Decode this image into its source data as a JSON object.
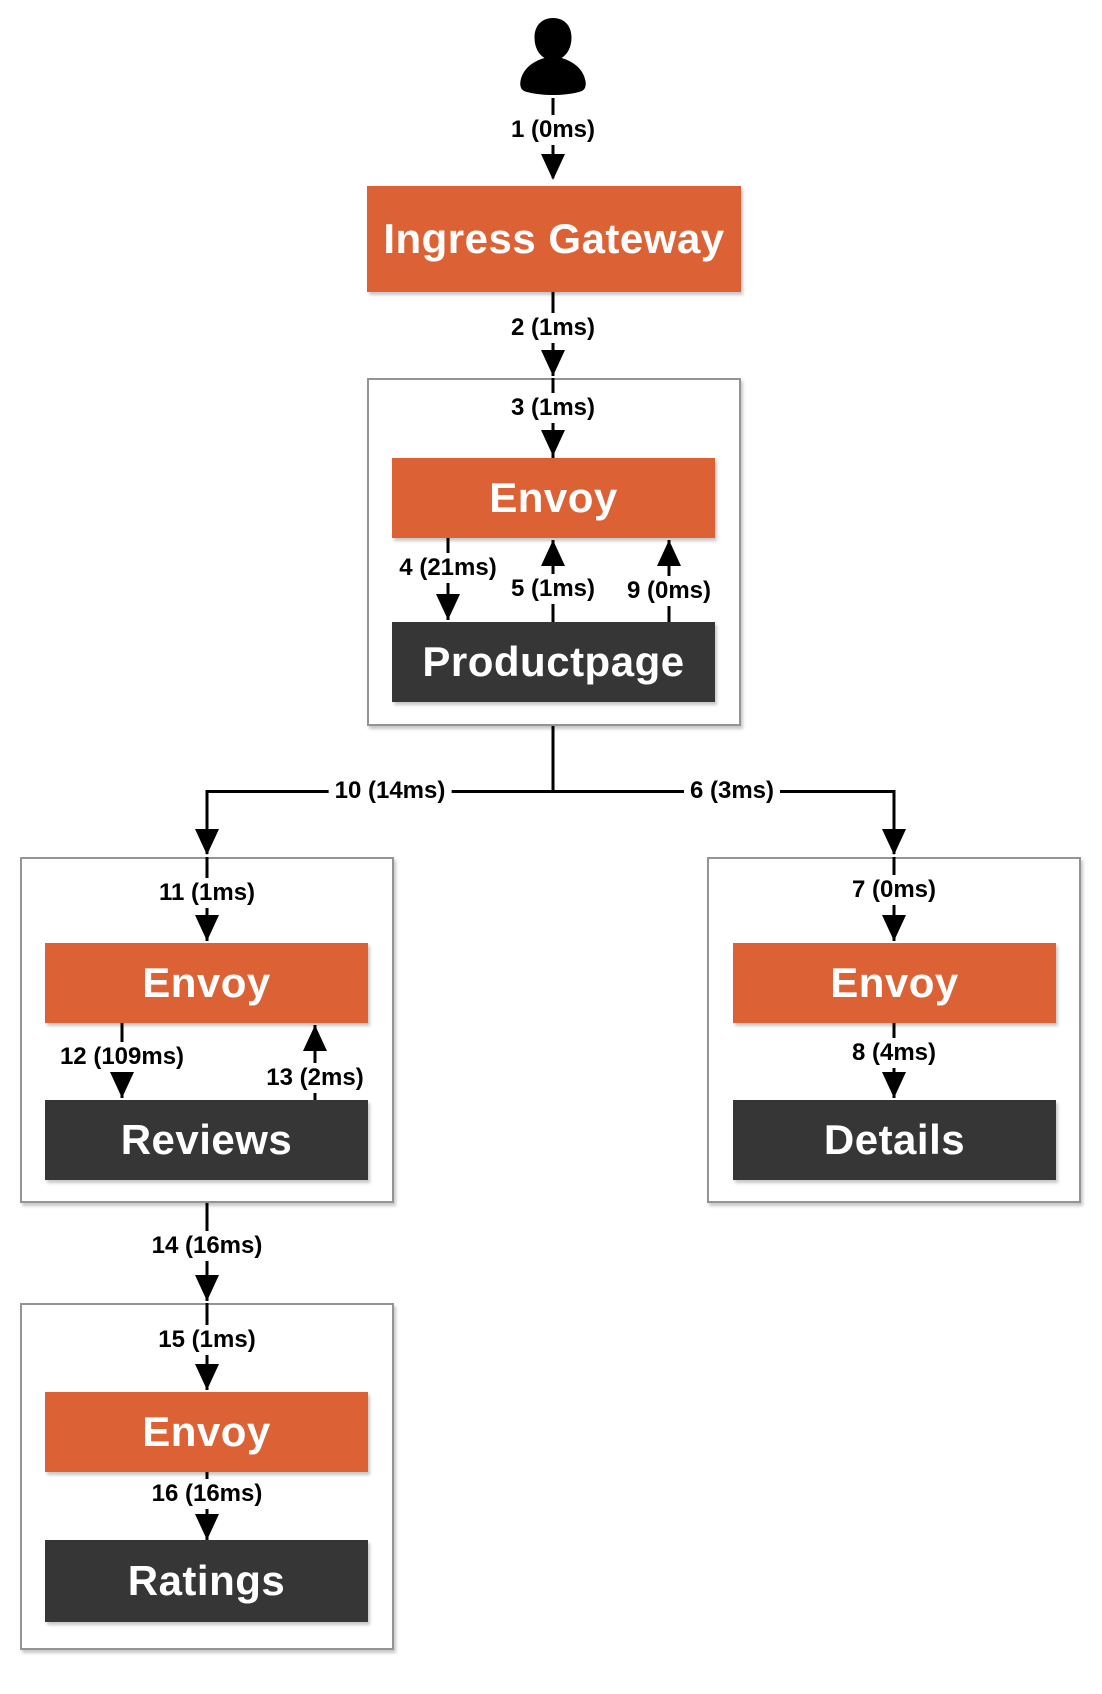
{
  "diagram": {
    "type": "service-mesh-request-trace"
  },
  "colors": {
    "orange": "#dc6235",
    "dark": "#363636",
    "line": "#000000",
    "group-border": "#949494",
    "box-text": "#ffffff",
    "label-text": "#000000",
    "canvas-bg": "#ffffff"
  },
  "nodes": {
    "user": {
      "icon": "person-silhouette"
    },
    "ingress_gateway": {
      "label": "Ingress Gateway"
    },
    "productpage": {
      "envoy": "Envoy",
      "service": "Productpage"
    },
    "reviews": {
      "envoy": "Envoy",
      "service": "Reviews"
    },
    "details": {
      "envoy": "Envoy",
      "service": "Details"
    },
    "ratings": {
      "envoy": "Envoy",
      "service": "Ratings"
    }
  },
  "edges": [
    {
      "id": 1,
      "label": "1 (0ms)",
      "from": "user",
      "to": "ingress-gateway"
    },
    {
      "id": 2,
      "label": "2 (1ms)",
      "from": "ingress-gateway",
      "to": "productpage-pod"
    },
    {
      "id": 3,
      "label": "3 (1ms)",
      "from": "productpage-pod",
      "to": "productpage-envoy"
    },
    {
      "id": 4,
      "label": "4 (21ms)",
      "from": "productpage-envoy",
      "to": "productpage"
    },
    {
      "id": 5,
      "label": "5 (1ms)",
      "from": "productpage",
      "to": "productpage-envoy"
    },
    {
      "id": 6,
      "label": "6 (3ms)",
      "from": "productpage-pod",
      "to": "details-pod"
    },
    {
      "id": 7,
      "label": "7 (0ms)",
      "from": "details-pod",
      "to": "details-envoy"
    },
    {
      "id": 8,
      "label": "8 (4ms)",
      "from": "details-envoy",
      "to": "details"
    },
    {
      "id": 9,
      "label": "9 (0ms)",
      "from": "productpage",
      "to": "productpage-envoy"
    },
    {
      "id": 10,
      "label": "10 (14ms)",
      "from": "productpage-pod",
      "to": "reviews-pod"
    },
    {
      "id": 11,
      "label": "11 (1ms)",
      "from": "reviews-pod",
      "to": "reviews-envoy"
    },
    {
      "id": 12,
      "label": "12 (109ms)",
      "from": "reviews-envoy",
      "to": "reviews"
    },
    {
      "id": 13,
      "label": "13 (2ms)",
      "from": "reviews",
      "to": "reviews-envoy"
    },
    {
      "id": 14,
      "label": "14 (16ms)",
      "from": "reviews-pod",
      "to": "ratings-pod"
    },
    {
      "id": 15,
      "label": "15 (1ms)",
      "from": "ratings-pod",
      "to": "ratings-envoy"
    },
    {
      "id": 16,
      "label": "16 (16ms)",
      "from": "ratings-envoy",
      "to": "ratings"
    }
  ]
}
